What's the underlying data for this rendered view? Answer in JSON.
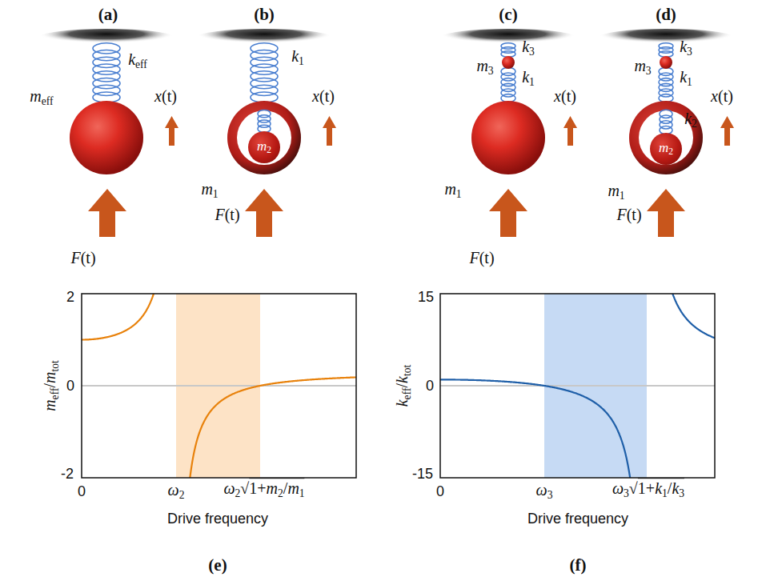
{
  "diagram": {
    "nodes": [
      {
        "text": [
          "m2"
        ]
      },
      {
        "text": [
          "m2"
        ]
      }
    ],
    "labels": [
      "(a)",
      "(b)",
      "(c)",
      "(d)",
      "keff",
      "meff",
      "x(t)",
      "F(t)",
      "k1",
      "x(t)",
      "m1",
      "F(t)",
      "m3",
      "k3",
      "k1",
      "x(t)",
      "m1",
      "F(t)",
      "m3",
      "k3",
      "k1",
      "k2",
      "x(t)",
      "m1",
      "F(t)",
      "2",
      "0",
      "-2",
      "meff/mtot",
      "0",
      "ω2",
      "ω2√1+m2/m1",
      "Drive frequency",
      "(e)",
      "15",
      "0",
      "-15",
      "keff/ktot",
      "0",
      "ω3",
      "ω3√1+k1/k3",
      "Drive frequency",
      "(f)"
    ]
  }
}
